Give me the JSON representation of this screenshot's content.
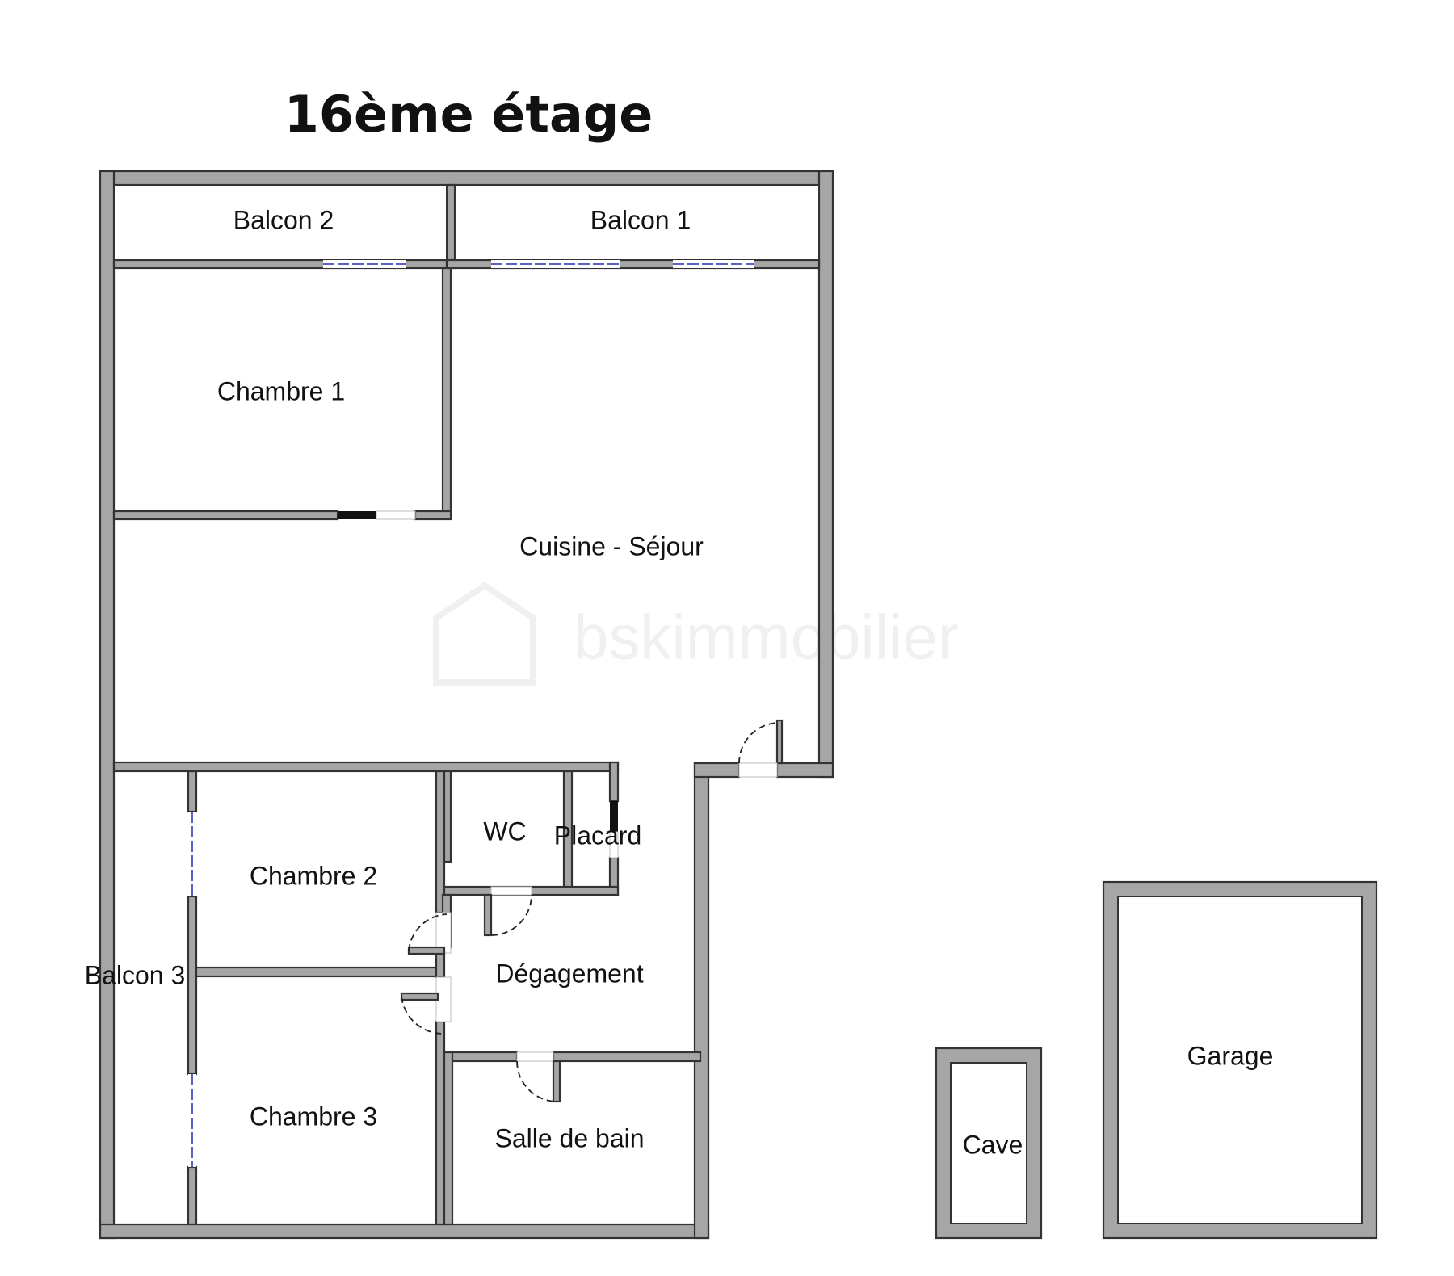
{
  "title": "16ème étage",
  "watermark": "bskimmobilier",
  "rooms": {
    "balcon2": "Balcon 2",
    "balcon1": "Balcon 1",
    "chambre1": "Chambre 1",
    "cuisine_sejour": "Cuisine - Séjour",
    "wc": "WC",
    "placard": "Placard",
    "chambre2": "Chambre 2",
    "balcon3": "Balcon 3",
    "degagement": "Dégagement",
    "chambre3": "Chambre 3",
    "salle_de_bain": "Salle de bain",
    "cave": "Cave",
    "garage": "Garage"
  },
  "colors": {
    "wall_fill": "#a6a6a6",
    "wall_outline": "#333333",
    "window": "#5b5fc7",
    "text": "#111111"
  }
}
